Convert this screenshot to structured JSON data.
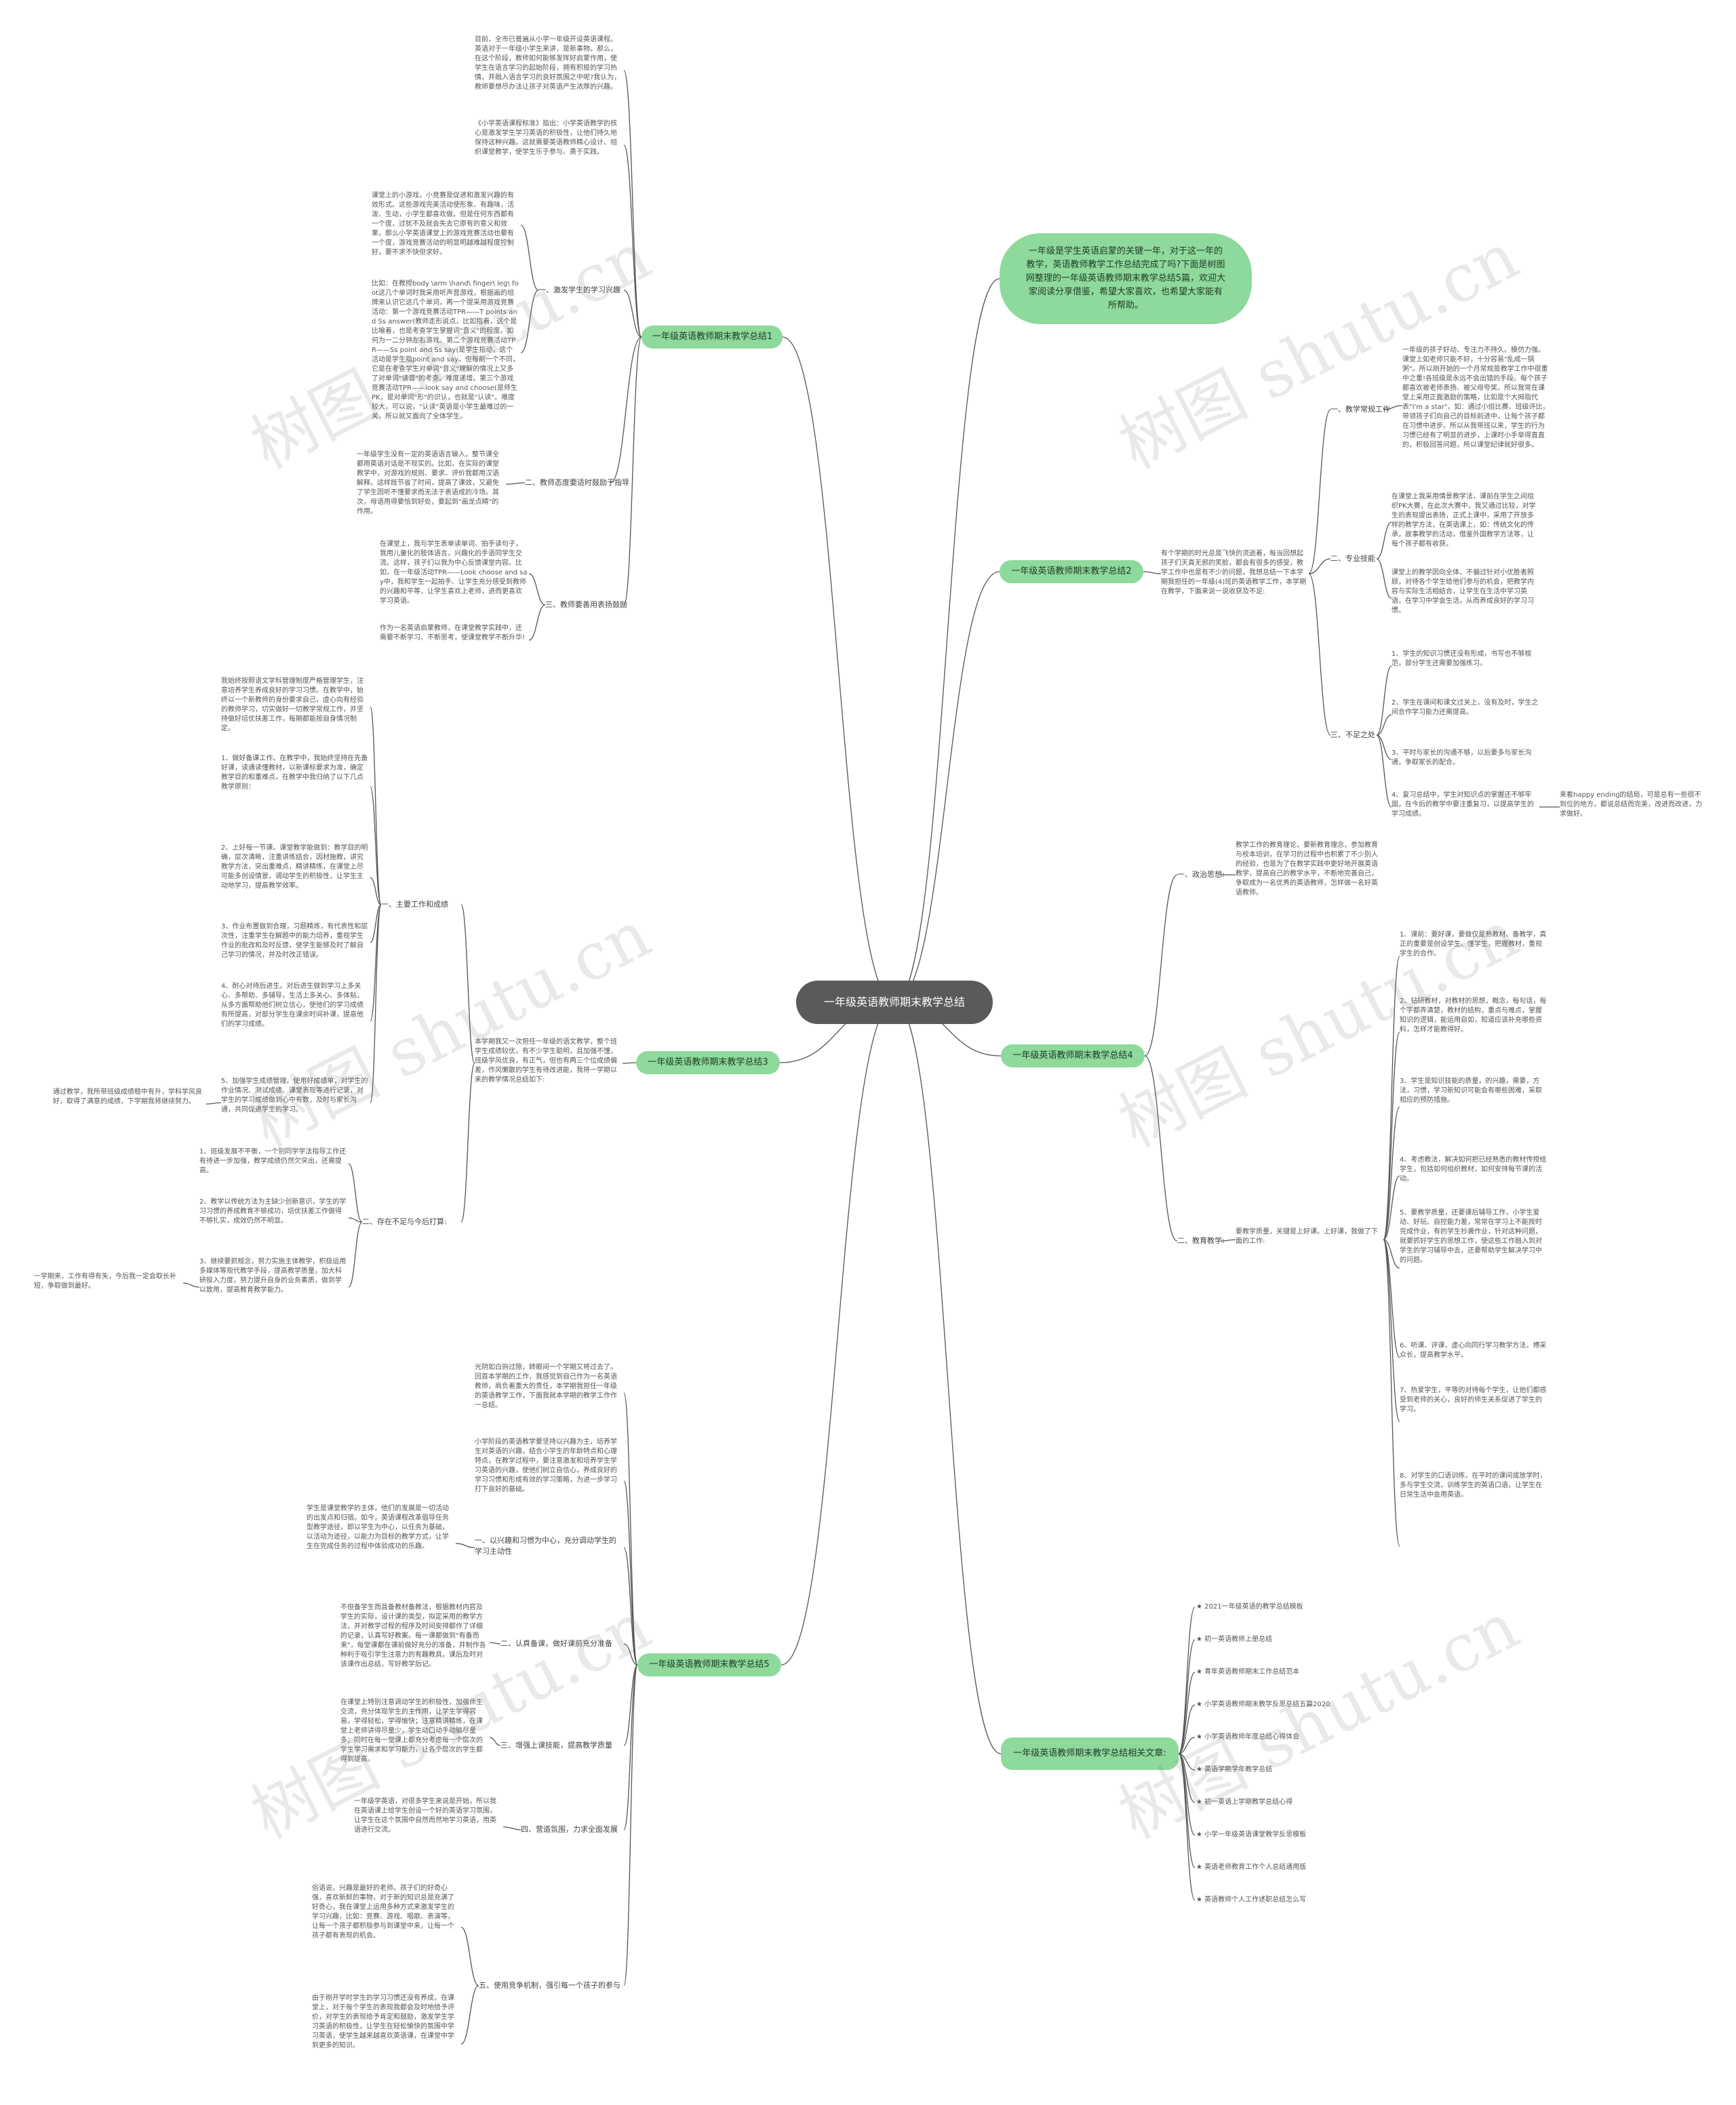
{
  "central": "一年级英语教师期末教学总结",
  "intro": "一年级是学生英语启蒙的关键一年，对于这一年的教学，英语教师教学工作总结完成了吗?下面是树图网整理的一年级英语教师期末教学总结5篇，欢迎大家阅读分享借鉴，希望大家喜欢，也希望大家能有所帮助。",
  "branches": {
    "b1": "一年级英语教师期末教学总结1",
    "b2": "一年级英语教师期末教学总结2",
    "b3": "一年级英语教师期末教学总结3",
    "b4": "一年级英语教师期末教学总结4",
    "b5": "一年级英语教师期末教学总结5",
    "b6": "一年级英语教师期末教学总结相关文章:"
  },
  "b1": {
    "leaf_top1": "目前，全市已普遍从小学一年级开设英语课程。英语对于一年级小学生来讲，是新事物。那么，在这个阶段，教师如何能够发挥好启蒙作用，使学生在语言学习的起始阶段，拥有积极的学习热情，并融入语言学习的良好氛围之中呢?我认为，教师要想尽办法让孩子对英语产生浓厚的兴趣。",
    "leaf_top2": "《小学英语课程标准》指出：小学英语教学的核心是激发学生学习英语的积极性，让他们持久地保持这种兴趣。这就需要英语教师精心设计、组织课堂教学，使学生乐于参与、勇于实践。",
    "s1": "一、激发学生的学习兴趣",
    "s1_a": "课堂上的小游戏，小竞赛是促进和激发兴趣的有效形式。这些游戏完美活动使形象、有趣味，活泼、生动，小学生都喜欢做。但是任何东西都有一个度，过犹不及就会失去它原有的意义和效果，那么小学英语课堂上的游戏竞赛活动也要有一个度，游戏竞赛活动的明显明越难越程度控制好，要不求不快但求好。",
    "s1_b": "比如：在教授body \\arm \\hand\\ finger\\ leg\\ foot这几个单词时我采用听声音游戏，根据画的组牌来认识它这几个单词，再一个提采用游戏竞赛活动：第一个游戏竞赛活动TPR——T points and Ss answer(教师走形说点，比如指着，这个是比喻着，也是考查学生掌握词\"音义\"的程度。如何为一二分钟左右游戏。第二个游戏竞赛活动TPR——Ss point and Ss say(是学生指动，这个活动是学生指point and say。但每前一个不同，它是在考查学生对单词\"音义\"理解的情况上又多了对单词\"读音\"的考查。难度递增。第三个游戏竞赛活动TPR——look say and choose(是师生PK，是对单词\"形\"的识认，也就是\"认读\"。难度较大，可以说，\"认读\"英语是小学生最难过的一关，所以就又面向了全体学生。",
    "s2": "二、教师态度要适时鼓励于指导",
    "s2_a": "一年级学生没有一定的英语语言输入，整节课全都用英语对话是不现实的。比如，在实际的课堂教学中，对游戏的规则、要求、评价我都用汉语解释。这样既节省了时间，提高了课效，又避免了学生因听不懂要求而无法于表语成的冷场。其次，母语用得要恰到好处，要起到\"画龙点睛\"的作用。",
    "s3": "三、教师要善用表扬鼓励",
    "s3_a": "在课堂上，我与学生表单读单词、拍手读句子，我用儿童化的肢体语言，兴趣化的手语同学生交流。这样，孩子们以我为中心反馈课堂内容。比如，在一年级活动TPR——Look choose and say中，我和学生一起拍手、让学生充分感受到教师的兴趣和平等，让学生喜欢上老师，进而更喜欢学习英语。",
    "s3_b": "作为一名英语启蒙教师，在课堂教学实践中，还需要不断学习、不断思考，使课堂教学不断升华!"
  },
  "b2": {
    "root": "有个学期的时光总是飞快的流逝着，每当回想起孩子们天真无邪的笑脸，都会有很多的感受，教学工作中也是有不少的问题，我想总结一下本学期我担任的一年级(4)班的英语教学工作，本学期在教学，下面来说一说收获及不足:",
    "s1": "一、教学常规工作",
    "s1_a": "一年级的孩子好动、专注力不持久。模仿力强。课堂上如老师只能不好，十分容易\"乱成一锅粥\"。所以刚开始的一个月常规是教学工作中很重中之重!各班级是永远不会出错的手段。每个孩子都喜欢被老师表扬、被父母夸奖。所以我常在课堂上采用正面激励的策略，比如是个大拇指代表\"I'm a star\"，如：通过小组比赛、班级评比，带领孩子们向自己的目标前进中，让每个孩子都在习惯中进步。所以从我带班以来，学生的行为习惯已经有了明显的进步，上课时小手举得直直的，积极回答问题，所以课堂纪律就好很多。",
    "s2": "二、专业技能",
    "s2_a": "在课堂上我采用情景教学法，课前在学生之间组织PK大赛，在此次大赛中，我又通过比较，对学生的表现提出表扬，正式上课中，采用了开放多样的教学方法，在英语课上，如：传统文化的传承，故事教学的活动，借鉴外国教学方法等，让每个孩子都有收获。",
    "s2_b": "课堂上的教学因向全体，不偏过针对小优胜者照顾，对待各个学生给他们参与的机会，把教学内容与实际生活相结合，让学生在生活中学习英语，在学习中学会生活，从而养成良好的学习习惯。",
    "s3": "三、不足之处",
    "s3_a": "1、学生的知识习惯还没有形成，书写也不够规范，部分学生还需要加强练习。",
    "s3_b": "2、学生在课间和课文过关上，没有及时，学生之间合作学习能力还需提高。",
    "s3_c": "3、平时与家长的沟通不够，以后要多与家长沟通，争取家长的配合。",
    "s3_d": "4、复习总结中，学生对知识点的掌握还不够牢固，在今后的教学中要注重复习，以提高学生的学习成绩。",
    "s3_d_note": "来看happy ending的结局，可是总有一些很不到位的地方，都说总结而完美，改进而改进，力求做好。"
  },
  "b3": {
    "leaf_top": "我始终按照语文学科管理制度严格管理学生，注意培养学生养成良好的学习习惯。在教学中，始终以一个新教师的身份要求自己，虚心向有经验的教师学习，切实做好一切教学常规工作，并坚持做好培优扶差工作，每期都能按自身情况制定。",
    "root": "本学期我又一次担任一年级的语文教学，整个班学生成绩较优，有不少学生聪明，且加强不懂，班级学风优良，有正气，但也有两三个位成绩偏差，作风懒散的学生有待改进能，我将一学期以来的教学情况总结如下:",
    "s1": "一、主要工作和成绩",
    "s1_a": "1、做好备课工作。在教学中，我始终坚持在先备好课，读通读懂教材，以新课标要求为准，确定教学目的和重难点，在教学中我归纳了以下几点教学原则：",
    "s1_b": "2、上好每一节课。课堂教学能做到：教学目的明确，层次清晰，注重讲练结合，因材施教，讲究教学方法，突出重难点，精讲精练，在课堂上尽可能多创设情景，调动学生的积极性，让学生主动地学习，提高教学效率。",
    "s1_c": "3、作业布置做到合理，习题精炼，有代表性和层次性，注重学生在解题中的能力培养，重视学生作业的批改和及时反馈，使学生能够及时了解自己学习的情况，并及时改正错误。",
    "s1_d": "4、耐心对待后进生。对后进生做到学习上多关心、多帮助、多辅导，生活上多关心、多体贴，从多方面帮助他们树立信心，使他们的学习成绩有所提高，对部分学生在课余时间补课，提高他们的学习成绩。",
    "s1_e": "5、加强学生成绩管理。使用好成绩单，对学生的作业情况、测试成绩、课堂表现等进行记录，对学生的学习成绩做到心中有数，及时与家长沟通，共同促进学生的学习。",
    "s1_e_note": "通过教学，我所带班级成绩稳中有升，学科学风良好，取得了满意的成绩，下学期我将继续努力。",
    "s2": "二、存在不足与今后打算:",
    "s2_a": "1、班级发展不平衡，一个别同学学法指导工作还有待进一步加强，教学成绩仍然欠突出，还需提高。",
    "s2_b": "2、教学以传统方法为主缺少创新意识，学生的学习习惯的养成教育不够成功，培优扶差工作做得不够扎实，成效仍然不明显。",
    "s2_c": "3、继续要抓规念，努力实施主体教学，积极运用多媒体等现代教学手段，提高教学质量，加大科研投入力度，努力提升自身的业务素质，做到学以致用，提高教育教学能力。",
    "s2_c_note": "一学期来，工作有得有失，今后我一定会取长补短，争取做到最好。"
  },
  "b4": {
    "s1": "一、政治思想:",
    "s1_a": "教学工作的教育理论，要新教育理念，参加教育与校本培训，在学习的过程中也积累了不少别人的经验，也是为了在教学实践中更好地开展英语教学，提高自己的教学水平，不断地完善自己，争取成为一名优秀的英语教师，怎样做一名好英语教师。",
    "s2": "二、教育教学:",
    "s2_root": "要教学质量，关键是上好课。上好课，我做了下面的工作:",
    "s2_a": "1、课前：要好课，要做仅是熟教材、备教学，真正的重要是创设学生、懂学生，把握教材，重视学生的合作。",
    "s2_b": "2、钻研教材，对教材的思想，概念，每句话，每个字都弄清楚，教材的结构，重点与难点，掌握知识的逻辑，能运用自如，知道应该补充哪些资料，怎样才能教得好。",
    "s2_c": "3、学生是知识技能的质量，的兴趣，需要，方法，习惯，学习新知识可能会有哪些困难，采取相应的预防措施。",
    "s2_d": "4、考虑教法，解决如何把已经熟悉的教材传授给学生，包括如何组织教材，如何安排每节课的活动。",
    "s2_e": "5、要教学质量，还要课后辅导工作，小学生爱动、好玩、自控能力差，常常在学习上不能按时完成作业，有的学生抄袭作业，针对这种问题，就要抓好学生的思想工作，使这些工作融入到对学生的学习辅导中去，还要帮助学生解决学习中的问题。",
    "s2_f": "6、听课、评课，虚心向同行学习教学方法，博采众长，提高教学水平。",
    "s2_g": "7、热爱学生，平等的对待每个学生，让他们都感受到老师的关心，良好的师生关系促进了学生的学习。",
    "s2_h": "8、对学生的口语训练，在平时的课间或放学时，多与学生交流，训练学生的英语口语，让学生在日常生活中会用英语。"
  },
  "b5": {
    "leaf_top1": "光阴如白驹过隙，转眼间一个学期又将过去了。回首本学期的工作，我感觉到自己作为一名英语教师，肩负着重大的责任，本学期我担任一年级的英语教学工作，下面我就本学期的教学工作作一总结。",
    "leaf_top2": "小学阶段的英语教学要坚持以兴趣为主，培养学生对英语的兴趣，结合小学生的年龄特点和心理特点，在教学过程中，要注意激发和培养学生学习英语的兴趣，使他们树立自信心，养成良好的学习习惯和形成有效的学习策略，为进一步学习打下良好的基础。",
    "s1": "一、以兴趣和习惯为中心，充分调动学生的学习主动性",
    "s1_a": "学生是课堂教学的主体，他们的发展是一切活动的出发点和归宿。如今，英语课程改革倡导任务型教学途径，即以学生为中心，以任务为基础，以活动为途径，以能力为目标的教学方式，让学生在完成任务的过程中体验成功的乐趣。",
    "s2": "二、认真备课，做好课前充分准备",
    "s2_a": "不但备学生而且备教材备教法，根据教材内容及学生的实际，设计课的类型，拟定采用的教学方法，并对教学过程的程序及时间安排都作了详细的记录，认真写好教案。每一课都做到\"有备而来\"，每堂课都在课前做好充分的准备，并制作各种利于吸引学生注意力的有趣教具，课后及时对该课作出总结，写好教学后记。",
    "s3": "三、增强上课技能，提高教学质量",
    "s3_a": "在课堂上特别注意调动学生的积极性，加强师生交流，充分体现学生的主作用，让学生学得容易，学得轻松，学得愉快；注意精讲精练，在课堂上老师讲得尽量少，学生动口动手动脑尽量多；同时在每一堂课上都充分考虑每一个层次的学生学习需求和学习能力，让各个层次的学生都得到提高。",
    "s4": "四、营造氛围，力求全面发展",
    "s4_a": "一年级学英语，对很多学生来说是开始，所以我在英语课上给学生创设一个好的英语学习氛围，让学生在这个氛围中自然而然地学习英语，用英语进行交流。",
    "s5": "五、使用竞争机制，强引每一个孩子的参与",
    "s5_a": "俗语说，兴趣是最好的老师。孩子们的好奇心强，喜欢新鲜的事物，对于新的知识总是充满了好奇心，我在课堂上运用多种方式来激发学生的学习兴趣，比如：竞赛、游戏、唱歌、表演等，让每一个孩子都积极参与到课堂中来，让每一个孩子都有表现的机会。",
    "s5_b": "由于刚开学时学生的学习习惯还没有养成，在课堂上，对于每个学生的表现我都会及时地给予评价，对学生的表现给予肯定和鼓励，激发学生学习英语的积极性，让学生在轻松愉快的氛围中学习英语，使学生越来越喜欢英语课，在课堂中学到更多的知识。"
  },
  "b6": {
    "items": [
      "★ 2021一年级英语的教学总结模板",
      "★ 初一英语教师上册总结",
      "★ 青年英语教师期末工作总结范本",
      "★ 小学英语教师期末教学反思总结五篇2020",
      "★ 小学英语教师年度总结心得体会",
      "★ 英语学期学年教学总结",
      "★ 初一英语上学期教学总结心得",
      "★ 小学一年级英语课堂教学反思模板",
      "★ 英语老师教育工作个人总结通用版",
      "★ 英语教师个人工作述职总结怎么写"
    ]
  },
  "watermark": "树图 shutu.cn",
  "colors": {
    "branch_fill": "#8ed99c",
    "central_fill": "#5a5a5a",
    "line": "#555555"
  }
}
